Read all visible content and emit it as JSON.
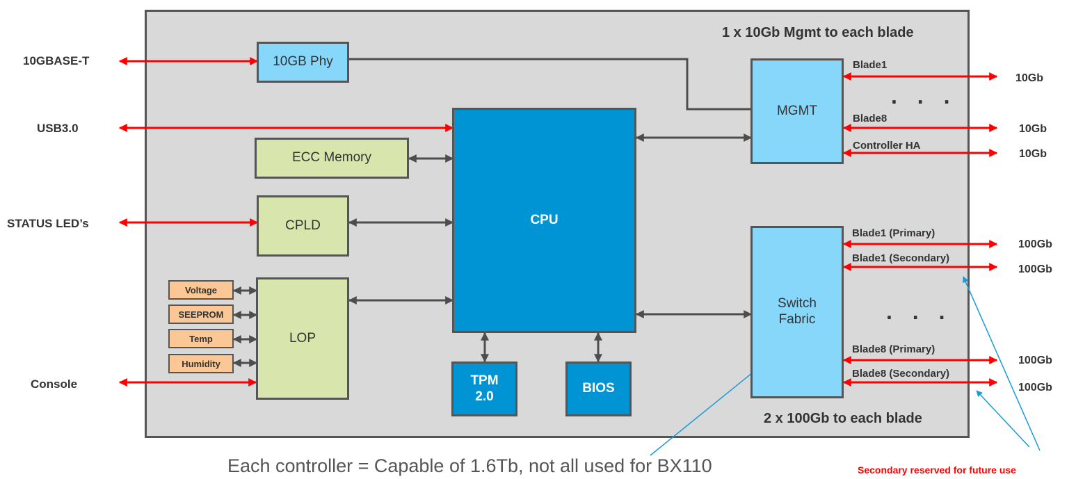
{
  "panel": {
    "top_title": "1 x 10Gb Mgmt to each blade",
    "bottom_title": "2 x 100Gb to each blade"
  },
  "blocks": {
    "phy": "10GB Phy",
    "ecc": "ECC Memory",
    "cpld": "CPLD",
    "lop": "LOP",
    "cpu": "CPU",
    "tpm": "TPM\n2.0",
    "bios": "BIOS",
    "mgmt": "MGMT",
    "switch": "Switch\nFabric"
  },
  "sensors": [
    "Voltage",
    "SEEPROM",
    "Temp",
    "Humidity"
  ],
  "external": {
    "tenbase": "10GBASE-T",
    "usb": "USB3.0",
    "status": "STATUS LED’s",
    "console": "Console"
  },
  "mgmt_ports": {
    "blade1": "Blade1",
    "blade8": "Blade8",
    "controller_ha": "Controller HA",
    "speed_blade1": "10Gb",
    "speed_blade8": "10Gb",
    "speed_ha": "10Gb"
  },
  "switch_ports": {
    "b1p": "Blade1 (Primary)",
    "b1s": "Blade1 (Secondary)",
    "b8p": "Blade8 (Primary)",
    "b8s": "Blade8 (Secondary)",
    "speed_b1p": "100Gb",
    "speed_b1s": "100Gb",
    "speed_b8p": "100Gb",
    "speed_b8s": "100Gb"
  },
  "ellipsis": ". . .",
  "footer": "Each controller = Capable of 1.6Tb, not all used for BX110",
  "note": "Secondary reserved for future use",
  "colors": {
    "external_link": "#ff0000",
    "internal_link": "#4d4d4d",
    "callout": "#1a9ad6",
    "light_block": "#87d7fb",
    "dark_block": "#0094d4",
    "green_block": "#d8e6ad",
    "sensor_block": "#fbc794",
    "panel": "#d9d9d9"
  }
}
